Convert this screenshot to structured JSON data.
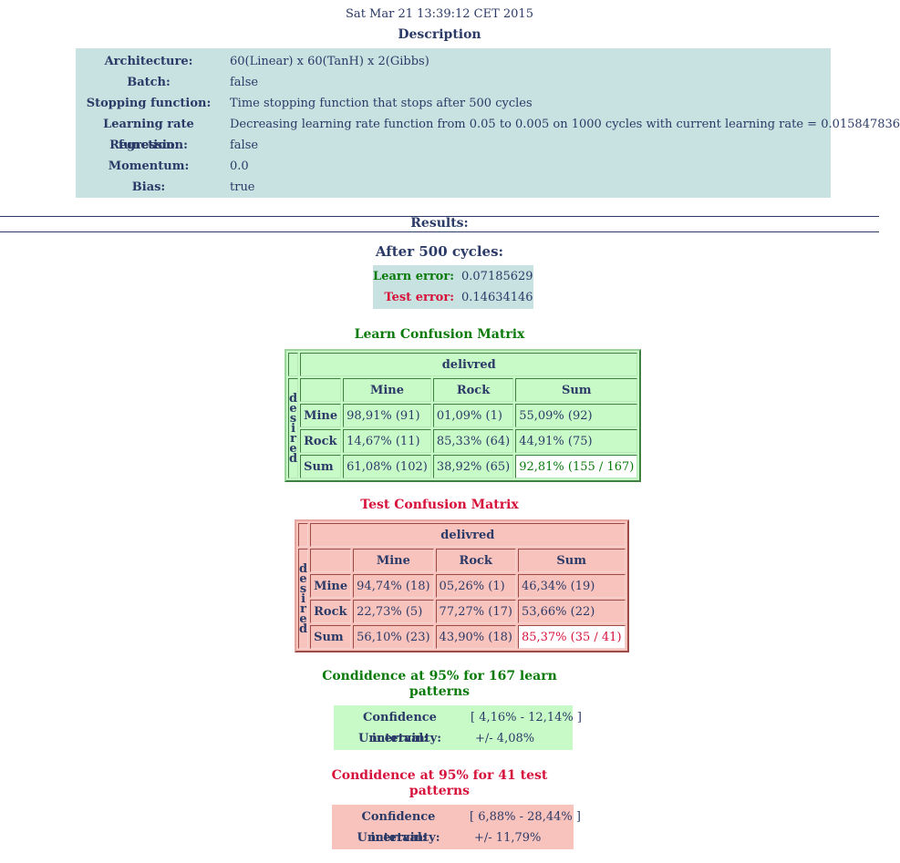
{
  "timestamp": "Sat Mar 21 13:39:12 CET 2015",
  "description": {
    "title": "Description",
    "rows": [
      {
        "key": "Architecture:",
        "value": "60(Linear) x 60(TanH) x 2(Gibbs)"
      },
      {
        "key": "Batch:",
        "value": "false"
      },
      {
        "key": "Stopping function:",
        "value": "Time stopping function that stops after 500 cycles"
      },
      {
        "key": "Learning rate function:",
        "value": "Decreasing learning rate function from 0.05 to 0.005 on 1000 cycles with current learning rate = 0.015847836"
      },
      {
        "key": "Regression:",
        "value": "false"
      },
      {
        "key": "Momentum:",
        "value": "0.0"
      },
      {
        "key": "Bias:",
        "value": "true"
      }
    ]
  },
  "results": {
    "title": "Results:",
    "cycles_heading": "After 500 cycles:",
    "learn_error_label": "Learn error:",
    "learn_error_value": "0.07185629",
    "test_error_label": "Test error:",
    "test_error_value": "0.14634146"
  },
  "learn_matrix": {
    "title": "Learn Confusion Matrix",
    "delivered_label": "delivred",
    "desired_label": "desired",
    "col_headers": [
      "Mine",
      "Rock",
      "Sum"
    ],
    "rows": [
      {
        "label": "Mine",
        "cells": [
          "98,91% (91)",
          "01,09% (1)",
          "55,09% (92)"
        ]
      },
      {
        "label": "Rock",
        "cells": [
          "14,67% (11)",
          "85,33% (64)",
          "44,91% (75)"
        ]
      },
      {
        "label": "Sum",
        "cells": [
          "61,08% (102)",
          "38,92% (65)",
          "92,81% (155 / 167)"
        ]
      }
    ]
  },
  "test_matrix": {
    "title": "Test Confusion Matrix",
    "delivered_label": "delivred",
    "desired_label": "desired",
    "col_headers": [
      "Mine",
      "Rock",
      "Sum"
    ],
    "rows": [
      {
        "label": "Mine",
        "cells": [
          "94,74% (18)",
          "05,26% (1)",
          "46,34% (19)"
        ]
      },
      {
        "label": "Rock",
        "cells": [
          "22,73% (5)",
          "77,27% (17)",
          "53,66% (22)"
        ]
      },
      {
        "label": "Sum",
        "cells": [
          "56,10% (23)",
          "43,90% (18)",
          "85,37% (35 / 41)"
        ]
      }
    ]
  },
  "learn_confidence": {
    "title_line1": "Condidence at 95% for 167 learn",
    "title_line2": "patterns",
    "interval_label": "Confidence interval:",
    "interval_value": "[ 4,16% - 12,14% ]",
    "uncertainty_label": "Uncertainty:",
    "uncertainty_value": "+/- 4,08%"
  },
  "test_confidence": {
    "title_line1": "Condidence at 95% for 41 test",
    "title_line2": "patterns",
    "interval_label": "Confidence interval:",
    "interval_value": "[ 6,88% - 28,44% ]",
    "uncertainty_label": "Uncertainty:",
    "uncertainty_value": "+/- 11,79%"
  },
  "colors": {
    "text": "#2b3a67",
    "learn": "#0a7a0a",
    "test": "#d6123b",
    "description_bg": "#c8e2e1",
    "learn_bg": "#c8fac8",
    "test_bg": "#f9c3bd"
  }
}
